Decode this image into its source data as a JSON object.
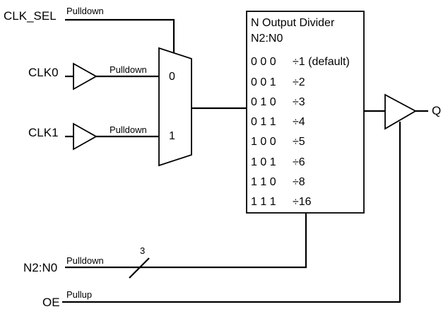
{
  "inputs": {
    "clk_sel": {
      "name": "CLK_SEL",
      "resistor": "Pulldown"
    },
    "clk0": {
      "name": "CLK0",
      "resistor": "Pulldown"
    },
    "clk1": {
      "name": "CLK1",
      "resistor": "Pulldown"
    },
    "n2n0": {
      "name": "N2:N0",
      "resistor": "Pulldown",
      "bus_width": "3"
    },
    "oe": {
      "name": "OE",
      "resistor": "Pullup"
    }
  },
  "mux": {
    "input0": "0",
    "input1": "1"
  },
  "divider": {
    "title": "N Output Divider",
    "subtitle": "N2:N0",
    "rows": [
      {
        "code": "0 0 0",
        "ratio": "÷1 (default)"
      },
      {
        "code": "0 0 1",
        "ratio": "÷2"
      },
      {
        "code": "0 1 0",
        "ratio": "÷3"
      },
      {
        "code": "0 1 1",
        "ratio": "÷4"
      },
      {
        "code": "1 0 0",
        "ratio": "÷5"
      },
      {
        "code": "1 0 1",
        "ratio": "÷6"
      },
      {
        "code": "1 1 0",
        "ratio": "÷8"
      },
      {
        "code": "1 1 1",
        "ratio": "÷16"
      }
    ]
  },
  "output": {
    "name": "Q"
  }
}
